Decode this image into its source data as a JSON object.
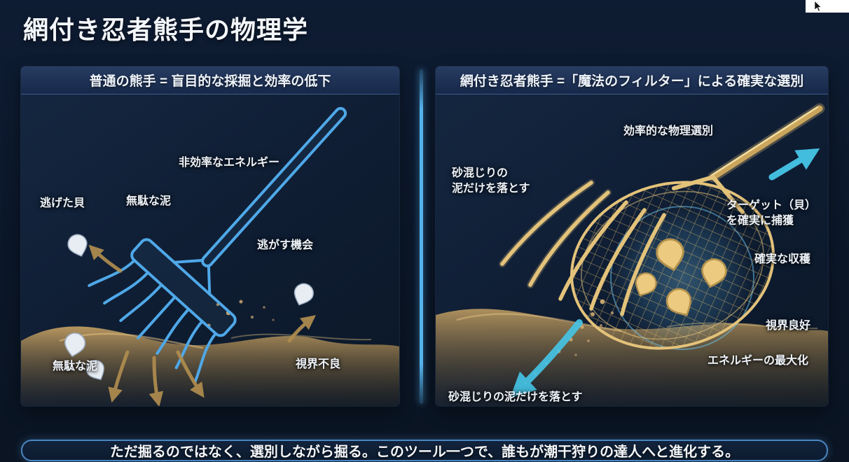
{
  "page": {
    "title": "網付き忍者熊手の物理学",
    "footer": "ただ掘るのではなく、選別しながら掘る。このツール一つで、誰もが潮干狩りの達人へと進化する。"
  },
  "left_panel": {
    "header": "普通の熊手 = 盲目的な採掘と効率の低下",
    "labels": {
      "inefficient_energy": "非効率なエネルギー",
      "escaped_shell": "逃げた貝",
      "wasted_mud_top": "無駄な泥",
      "missed_chance": "逃がす機会",
      "wasted_mud_bottom": "無駄な泥",
      "poor_visibility": "視界不良"
    }
  },
  "right_panel": {
    "header": "網付き忍者熊手 =「魔法のフィルター」による確実な選別",
    "labels": {
      "efficient_sorting": "効率的な物理選別",
      "drop_mud_top": "砂混じりの\n泥だけを落とす",
      "capture_target": "ターゲット（貝）\nを確実に捕獲",
      "reliable_harvest": "確実な収穫",
      "good_visibility": "視界良好",
      "energy_max": "エネルギーの最大化",
      "drop_mud_bottom": "砂混じりの泥だけを落とす"
    }
  },
  "colors": {
    "background": "#0b1729",
    "panel_header": "#1d3153",
    "accent_blue": "#57b6f0",
    "rake_blue": "#4fa8e8",
    "rake_gold": "#e3c27a",
    "sand": "#c9a465",
    "cyan_arrow": "#46c6e8",
    "gold_arrow": "#b08d4f",
    "text": "#f4f7fb"
  }
}
